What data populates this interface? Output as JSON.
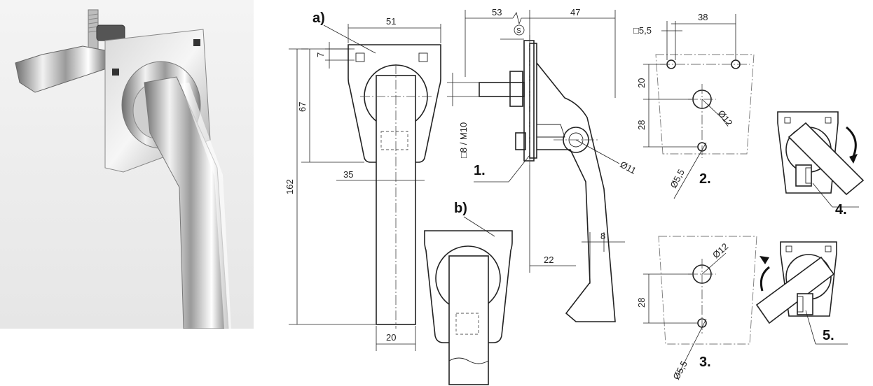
{
  "labels": {
    "a": "a)",
    "b": "b)",
    "n1": "1.",
    "n2": "2.",
    "n3": "3.",
    "n4": "4.",
    "n5": "5."
  },
  "dimensions": {
    "d51": "51",
    "d7": "7",
    "d67": "67",
    "d162": "162",
    "d35": "35",
    "d20_bottom": "20",
    "d53": "53",
    "d47": "47",
    "s_symbol": "S",
    "square_m": "□8 / M10",
    "dia11": "Ø11",
    "d8": "8",
    "d22": "22",
    "sq55": "□5,5",
    "d38": "38",
    "d20_side": "20",
    "d28_top": "28",
    "dia12_top": "Ø12",
    "dia55_top": "Ø5,5",
    "dia12_bottom": "Ø12",
    "d28_bottom": "28",
    "dia55_bottom": "Ø5,5"
  }
}
